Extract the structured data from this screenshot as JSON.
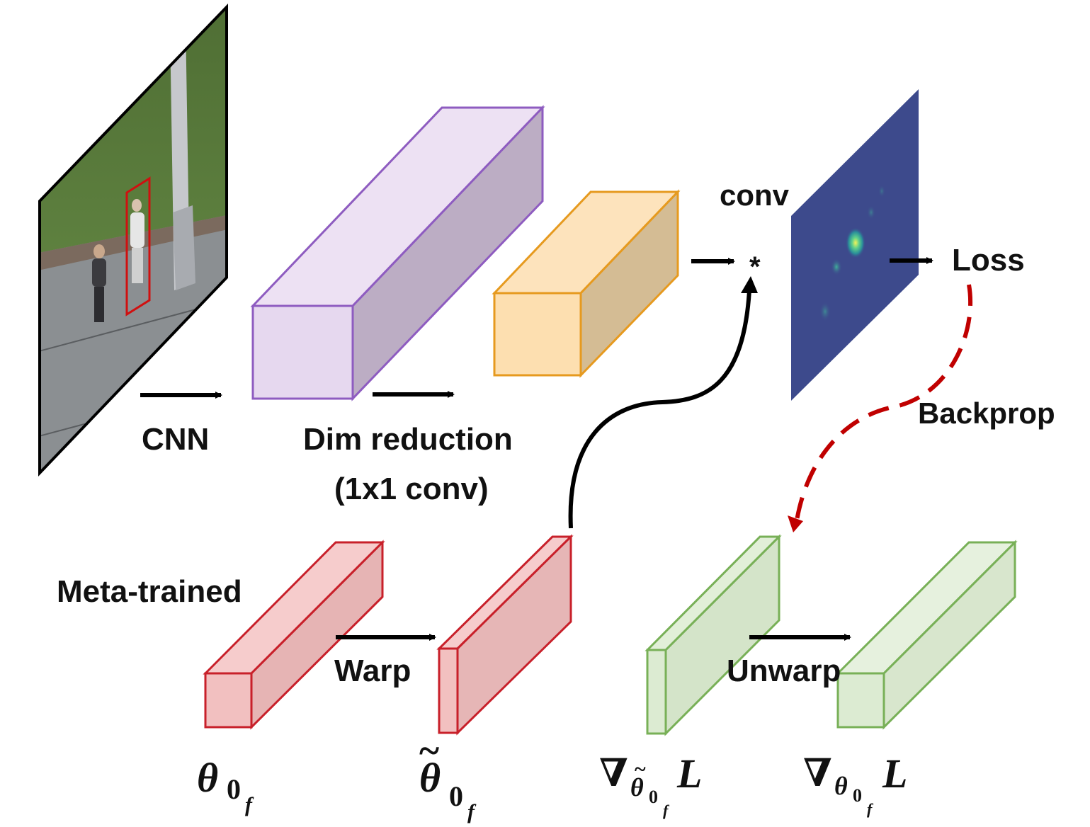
{
  "labels": {
    "cnn": "CNN",
    "dim_reduction": "Dim reduction",
    "dim_reduction_sub": "(1x1 conv)",
    "conv": "conv",
    "conv_op": "*",
    "loss": "Loss",
    "backprop": "Backprop",
    "meta_trained": "Meta-trained",
    "warp": "Warp",
    "unwarp": "Unwarp"
  },
  "math": {
    "theta": "θ",
    "theta_sub": "0",
    "theta_subsub": "f",
    "tilde": "~",
    "nabla": "∇",
    "loss_symbol": "L"
  },
  "colors": {
    "purple_block_fill": "#e8dcf0",
    "purple_block_stroke": "#8e5cc0",
    "orange_block_fill": "#fde0b4",
    "orange_block_stroke": "#e69a1f",
    "red_block_fill": "#f4c4c4",
    "red_block_stroke": "#c8202a",
    "green_block_fill": "#dcebd2",
    "green_block_stroke": "#78b057",
    "response_map": "#3d4a8c",
    "backprop_arrow": "#c00000",
    "arrow": "#000000"
  }
}
